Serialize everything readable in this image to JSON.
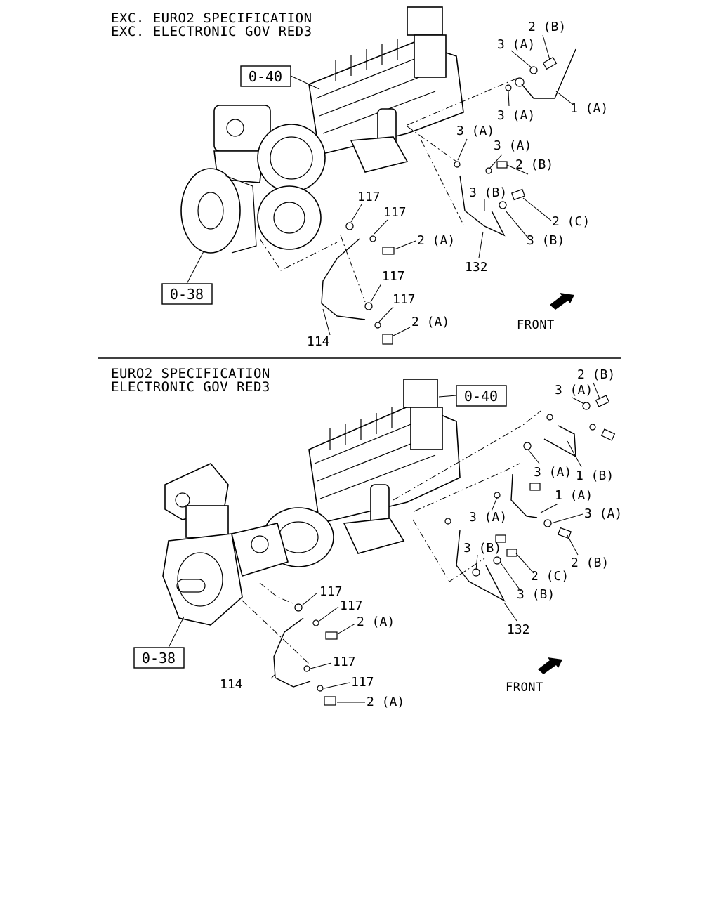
{
  "top_panel": {
    "header_line1": "EXC. EURO2 SPECIFICATION",
    "header_line2": "EXC. ELECTRONIC GOV RED3",
    "ref_boxes": [
      "0-40",
      "0-38"
    ],
    "callouts": [
      "2 (B)",
      "3 (A)",
      "3 (A)",
      "1 (A)",
      "3 (A)",
      "3 (A)",
      "2 (B)",
      "3 (B)",
      "2 (C)",
      "3 (B)",
      "132",
      "117",
      "117",
      "2 (A)",
      "117",
      "117",
      "2 (A)",
      "114"
    ],
    "front_label": "FRONT"
  },
  "bottom_panel": {
    "header_line1": "EURO2 SPECIFICATION",
    "header_line2": "ELECTRONIC GOV RED3",
    "ref_boxes": [
      "0-40",
      "0-38"
    ],
    "callouts": [
      "2 (B)",
      "3 (A)",
      "3 (A)",
      "1 (B)",
      "1 (A)",
      "3 (A)",
      "3 (A)",
      "2 (B)",
      "3 (B)",
      "2 (C)",
      "3 (B)",
      "132",
      "117",
      "117",
      "2 (A)",
      "117",
      "114",
      "117",
      "2 (A)"
    ],
    "front_label": "FRONT"
  }
}
